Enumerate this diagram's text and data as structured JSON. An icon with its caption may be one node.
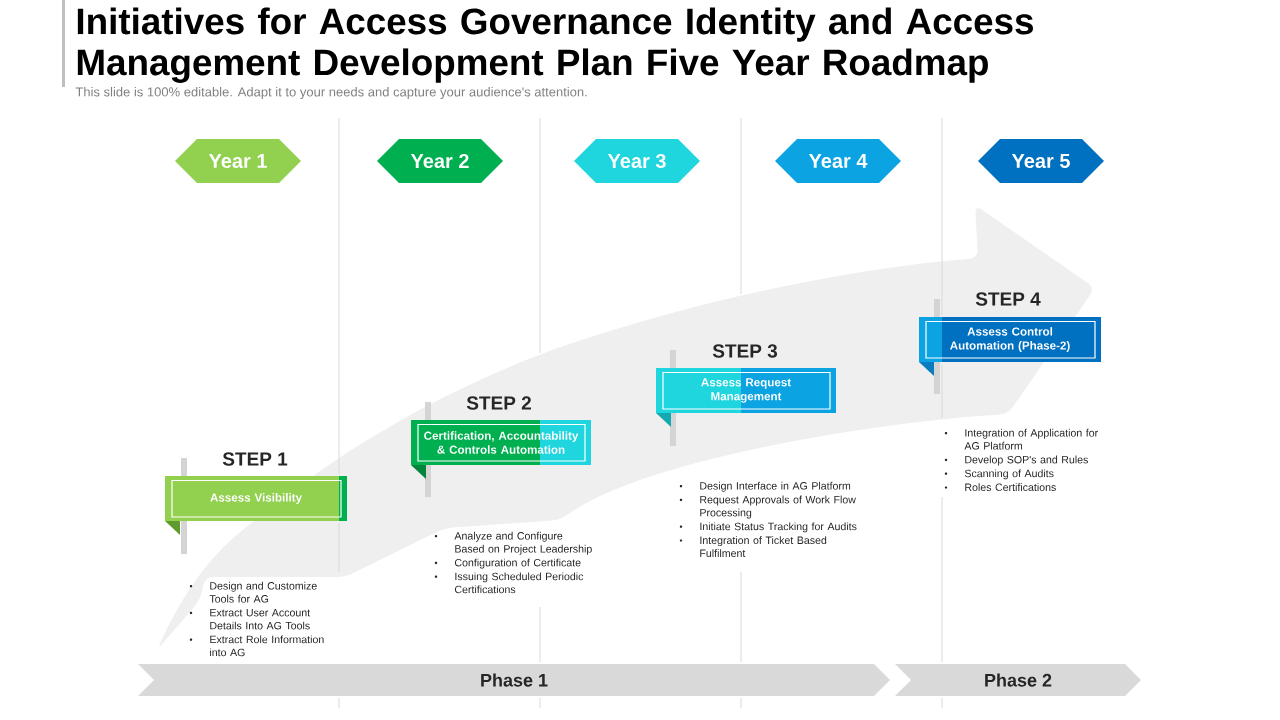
{
  "diagram": {
    "title": "Initiatives for Access Governance Identity and Access Management Development Plan Five Year Roadmap",
    "nodes": [
      {
        "text": [
          "Year 1"
        ]
      },
      {
        "text": [
          "Year 2"
        ]
      },
      {
        "text": [
          "Year 3"
        ]
      },
      {
        "text": [
          "Year 4"
        ]
      },
      {
        "text": [
          "Year 5"
        ]
      },
      {
        "text": [
          "STEP 1",
          "Assess Visibility"
        ],
        "beside": [
          "Design and Customize Tools for AG",
          "Extract User Account Details Into AG Tools",
          "Extract Role Information into AG"
        ]
      },
      {
        "text": [
          "STEP 2",
          "Certification, Accountability & Controls Automation"
        ],
        "beside": [
          "Analyze and Configure Based on Project Leadership",
          "Configuration of Certificate",
          "Issuing Scheduled Periodic Certifications"
        ]
      },
      {
        "text": [
          "STEP 3",
          "Assess Request Management"
        ],
        "beside": [
          "Design Interface in AG Platform",
          "Request Approvals of Work Flow Processing",
          "Initiate Status Tracking for Audits",
          "Integration of Ticket Based Fulfilment"
        ]
      },
      {
        "text": [
          "STEP 4",
          "Assess Control Automation (Phase-2)"
        ],
        "beside": [
          "Integration of Application for AG Platform",
          "Develop SOP's and Rules",
          "Scanning of Audits",
          "Roles Certifications"
        ]
      },
      {
        "text": [
          "Phase 1"
        ]
      },
      {
        "text": [
          "Phase 2"
        ]
      }
    ],
    "labels": [
      "This slide is 100% editable. Adapt it to your needs and capture your audience's attention."
    ]
  }
}
